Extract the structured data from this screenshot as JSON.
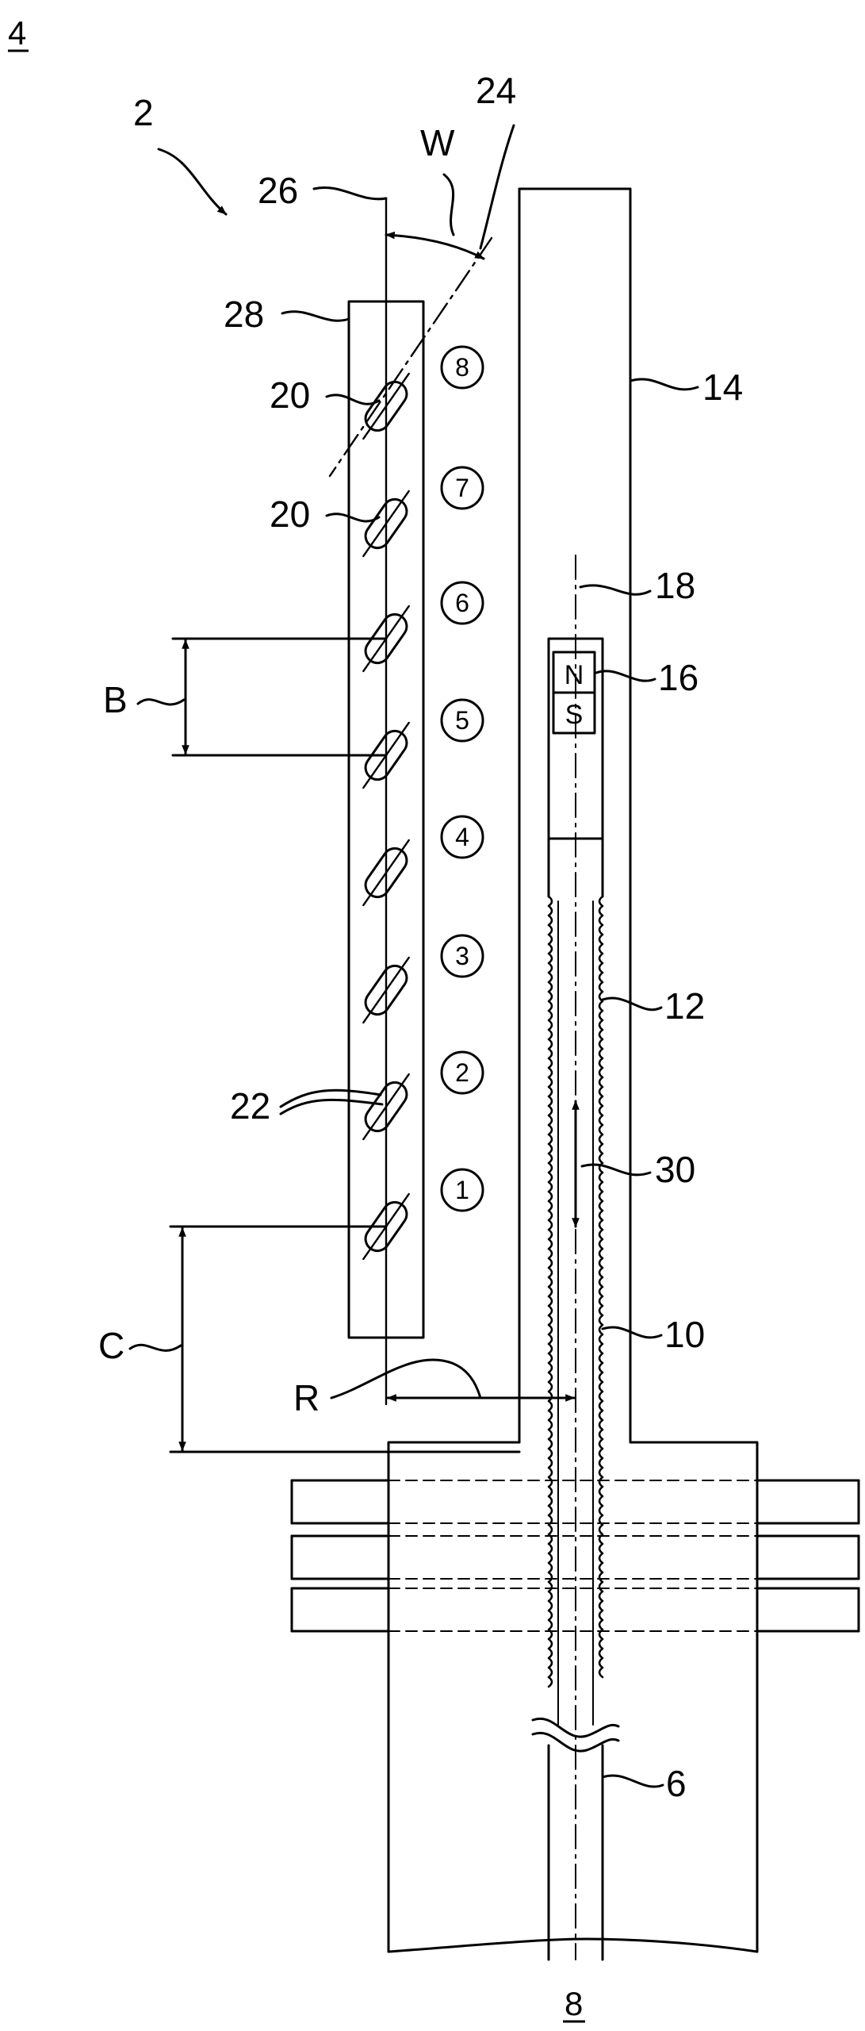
{
  "figure_label": "4",
  "bottom_label": "8",
  "labels": {
    "assembly": "2",
    "housing": "14",
    "magnet": "16",
    "axis": "18",
    "switch_upper": "20",
    "switch_lower": "20",
    "contact": "22",
    "inclination_axis": "24",
    "vertical_axis": "26",
    "carrier": "28",
    "spindle": "12",
    "movement": "30",
    "nut": "10",
    "shaft": "6",
    "angle": "W",
    "pitch": "B",
    "offset": "C",
    "radius": "R"
  },
  "magnet_poles": {
    "north": "N",
    "south": "S"
  },
  "positions": [
    "8",
    "7",
    "6",
    "5",
    "4",
    "3",
    "2",
    "1"
  ]
}
